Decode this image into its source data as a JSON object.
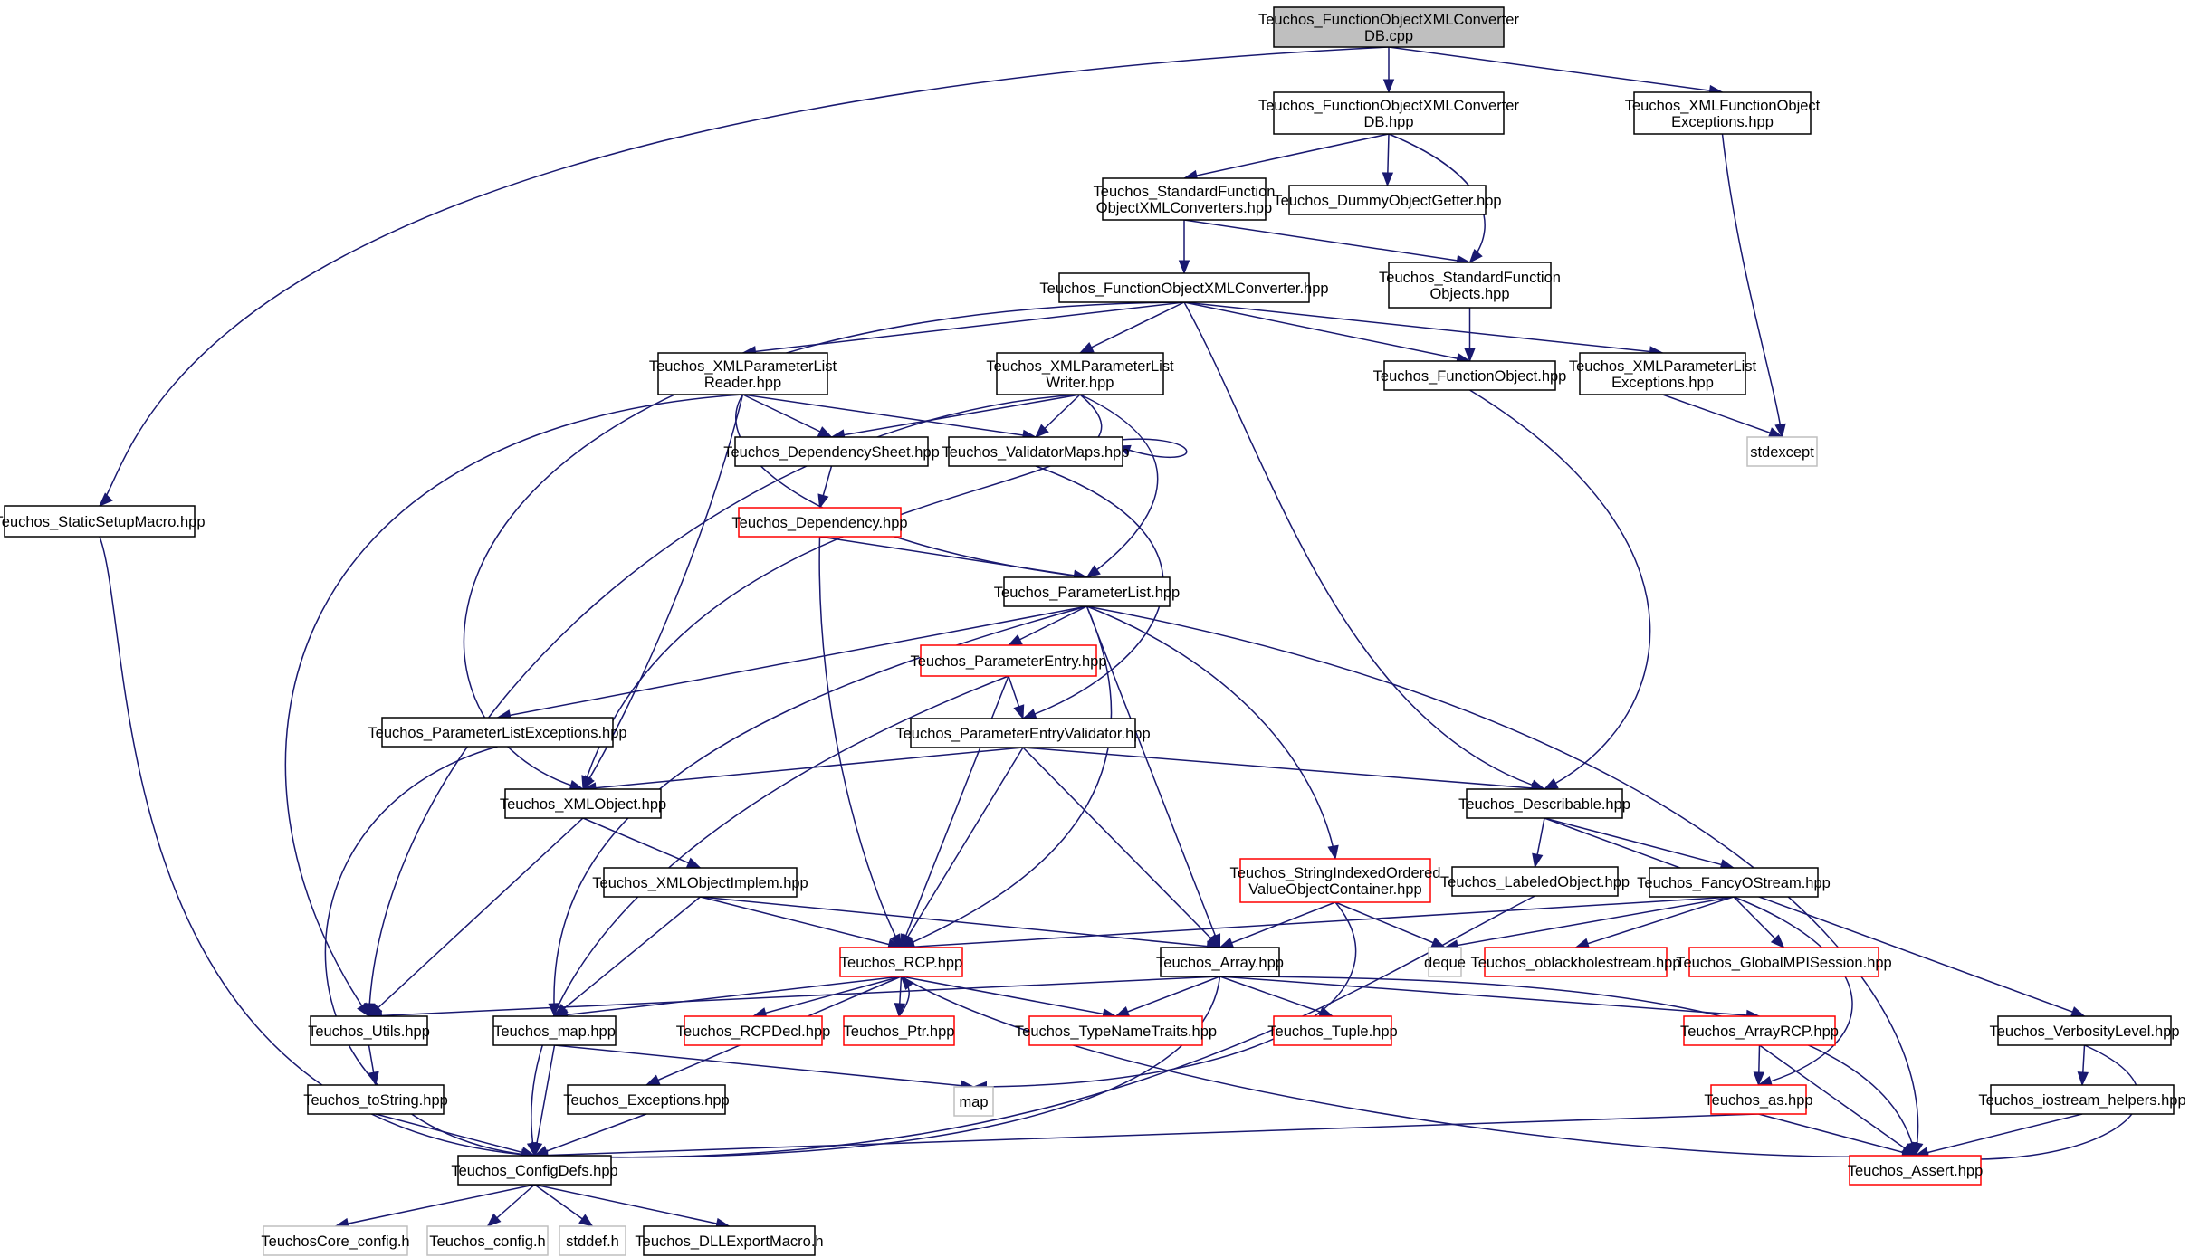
{
  "graph": {
    "colors": {
      "edge": "#191970",
      "node_border": "#000000",
      "node_border_missing": "#ff0000",
      "node_border_external": "#bfbfbf",
      "root_fill": "#bfbfbf",
      "background": "#ffffff"
    },
    "nodes": [
      {
        "id": "root",
        "lines": [
          "Teuchos_FunctionObjectXMLConverter",
          "DB.cpp"
        ],
        "style": "root"
      },
      {
        "id": "fdbh",
        "lines": [
          "Teuchos_FunctionObjectXMLConverter",
          "DB.hpp"
        ],
        "style": "normal"
      },
      {
        "id": "xfoe",
        "lines": [
          "Teuchos_XMLFunctionObject",
          "Exceptions.hpp"
        ],
        "style": "normal"
      },
      {
        "id": "ssm",
        "lines": [
          "Teuchos_StaticSetupMacro.hpp"
        ],
        "style": "normal"
      },
      {
        "id": "sfoc",
        "lines": [
          "Teuchos_StandardFunction",
          "ObjectXMLConverters.hpp"
        ],
        "style": "normal"
      },
      {
        "id": "dog",
        "lines": [
          "Teuchos_DummyObjectGetter.hpp"
        ],
        "style": "normal"
      },
      {
        "id": "foxc",
        "lines": [
          "Teuchos_FunctionObjectXMLConverter.hpp"
        ],
        "style": "normal"
      },
      {
        "id": "sfo",
        "lines": [
          "Teuchos_StandardFunction",
          "Objects.hpp"
        ],
        "style": "normal"
      },
      {
        "id": "xplr",
        "lines": [
          "Teuchos_XMLParameterList",
          "Reader.hpp"
        ],
        "style": "normal"
      },
      {
        "id": "xplw",
        "lines": [
          "Teuchos_XMLParameterList",
          "Writer.hpp"
        ],
        "style": "normal"
      },
      {
        "id": "fo",
        "lines": [
          "Teuchos_FunctionObject.hpp"
        ],
        "style": "normal"
      },
      {
        "id": "xple",
        "lines": [
          "Teuchos_XMLParameterList",
          "Exceptions.hpp"
        ],
        "style": "normal"
      },
      {
        "id": "stdexc",
        "lines": [
          "stdexcept"
        ],
        "style": "external"
      },
      {
        "id": "ds",
        "lines": [
          "Teuchos_DependencySheet.hpp"
        ],
        "style": "normal"
      },
      {
        "id": "vm",
        "lines": [
          "Teuchos_ValidatorMaps.hpp"
        ],
        "style": "normal"
      },
      {
        "id": "dep",
        "lines": [
          "Teuchos_Dependency.hpp"
        ],
        "style": "missing"
      },
      {
        "id": "pl",
        "lines": [
          "Teuchos_ParameterList.hpp"
        ],
        "style": "normal"
      },
      {
        "id": "pe",
        "lines": [
          "Teuchos_ParameterEntry.hpp"
        ],
        "style": "missing"
      },
      {
        "id": "ple",
        "lines": [
          "Teuchos_ParameterListExceptions.hpp"
        ],
        "style": "normal"
      },
      {
        "id": "pev",
        "lines": [
          "Teuchos_ParameterEntryValidator.hpp"
        ],
        "style": "normal"
      },
      {
        "id": "xo",
        "lines": [
          "Teuchos_XMLObject.hpp"
        ],
        "style": "normal"
      },
      {
        "id": "desc",
        "lines": [
          "Teuchos_Describable.hpp"
        ],
        "style": "normal"
      },
      {
        "id": "xoi",
        "lines": [
          "Teuchos_XMLObjectImplem.hpp"
        ],
        "style": "normal"
      },
      {
        "id": "sio",
        "lines": [
          "Teuchos_StringIndexedOrdered",
          "ValueObjectContainer.hpp"
        ],
        "style": "missing"
      },
      {
        "id": "lo",
        "lines": [
          "Teuchos_LabeledObject.hpp"
        ],
        "style": "normal"
      },
      {
        "id": "fos",
        "lines": [
          "Teuchos_FancyOStream.hpp"
        ],
        "style": "normal"
      },
      {
        "id": "rcp",
        "lines": [
          "Teuchos_RCP.hpp"
        ],
        "style": "missing"
      },
      {
        "id": "arr",
        "lines": [
          "Teuchos_Array.hpp"
        ],
        "style": "normal"
      },
      {
        "id": "deque",
        "lines": [
          "deque"
        ],
        "style": "external"
      },
      {
        "id": "obh",
        "lines": [
          "Teuchos_oblackholestream.hpp"
        ],
        "style": "missing"
      },
      {
        "id": "gmpi",
        "lines": [
          "Teuchos_GlobalMPISession.hpp"
        ],
        "style": "missing"
      },
      {
        "id": "utils",
        "lines": [
          "Teuchos_Utils.hpp"
        ],
        "style": "normal"
      },
      {
        "id": "map_h",
        "lines": [
          "Teuchos_map.hpp"
        ],
        "style": "normal"
      },
      {
        "id": "rcpd",
        "lines": [
          "Teuchos_RCPDecl.hpp"
        ],
        "style": "missing"
      },
      {
        "id": "ptr",
        "lines": [
          "Teuchos_Ptr.hpp"
        ],
        "style": "missing"
      },
      {
        "id": "tnt",
        "lines": [
          "Teuchos_TypeNameTraits.hpp"
        ],
        "style": "missing"
      },
      {
        "id": "tuple",
        "lines": [
          "Teuchos_Tuple.hpp"
        ],
        "style": "missing"
      },
      {
        "id": "arcp",
        "lines": [
          "Teuchos_ArrayRCP.hpp"
        ],
        "style": "missing"
      },
      {
        "id": "vl",
        "lines": [
          "Teuchos_VerbosityLevel.hpp"
        ],
        "style": "normal"
      },
      {
        "id": "tostr",
        "lines": [
          "Teuchos_toString.hpp"
        ],
        "style": "normal"
      },
      {
        "id": "exc",
        "lines": [
          "Teuchos_Exceptions.hpp"
        ],
        "style": "normal"
      },
      {
        "id": "map",
        "lines": [
          "map"
        ],
        "style": "external"
      },
      {
        "id": "as",
        "lines": [
          "Teuchos_as.hpp"
        ],
        "style": "missing"
      },
      {
        "id": "ioh",
        "lines": [
          "Teuchos_iostream_helpers.hpp"
        ],
        "style": "normal"
      },
      {
        "id": "cdefs",
        "lines": [
          "Teuchos_ConfigDefs.hpp"
        ],
        "style": "normal"
      },
      {
        "id": "assert",
        "lines": [
          "Teuchos_Assert.hpp"
        ],
        "style": "missing"
      },
      {
        "id": "tcc",
        "lines": [
          "TeuchosCore_config.h"
        ],
        "style": "external"
      },
      {
        "id": "tc",
        "lines": [
          "Teuchos_config.h"
        ],
        "style": "external"
      },
      {
        "id": "stddef",
        "lines": [
          "stddef.h"
        ],
        "style": "external"
      },
      {
        "id": "dll",
        "lines": [
          "Teuchos_DLLExportMacro.h"
        ],
        "style": "normal"
      }
    ],
    "edges": [
      [
        "root",
        "fdbh"
      ],
      [
        "root",
        "xfoe"
      ],
      [
        "root",
        "ssm"
      ],
      [
        "fdbh",
        "sfoc"
      ],
      [
        "fdbh",
        "dog"
      ],
      [
        "fdbh",
        "sfo"
      ],
      [
        "xfoe",
        "stdexc"
      ],
      [
        "ssm",
        "cdefs"
      ],
      [
        "sfoc",
        "foxc"
      ],
      [
        "sfoc",
        "sfo"
      ],
      [
        "foxc",
        "xplr"
      ],
      [
        "foxc",
        "xplw"
      ],
      [
        "foxc",
        "fo"
      ],
      [
        "foxc",
        "xple"
      ],
      [
        "foxc",
        "xo"
      ],
      [
        "foxc",
        "desc"
      ],
      [
        "sfo",
        "fo"
      ],
      [
        "xple",
        "stdexc"
      ],
      [
        "fo",
        "desc"
      ],
      [
        "xplr",
        "ds"
      ],
      [
        "xplr",
        "vm"
      ],
      [
        "xplr",
        "pl"
      ],
      [
        "xplr",
        "xo"
      ],
      [
        "xplr",
        "utils"
      ],
      [
        "xplw",
        "ds"
      ],
      [
        "xplw",
        "vm"
      ],
      [
        "xplw",
        "pl"
      ],
      [
        "xplw",
        "xo"
      ],
      [
        "xplw",
        "utils"
      ],
      [
        "vm",
        "vm"
      ],
      [
        "vm",
        "pev"
      ],
      [
        "ds",
        "dep"
      ],
      [
        "dep",
        "pl"
      ],
      [
        "dep",
        "rcp"
      ],
      [
        "pl",
        "pe"
      ],
      [
        "pl",
        "ple"
      ],
      [
        "pl",
        "map_h"
      ],
      [
        "pl",
        "rcp"
      ],
      [
        "pl",
        "arr"
      ],
      [
        "pl",
        "sio"
      ],
      [
        "pl",
        "assert"
      ],
      [
        "pe",
        "pev"
      ],
      [
        "pe",
        "rcp"
      ],
      [
        "pe",
        "cdefs"
      ],
      [
        "ple",
        "cdefs"
      ],
      [
        "pev",
        "xo"
      ],
      [
        "pev",
        "desc"
      ],
      [
        "pev",
        "rcp"
      ],
      [
        "pev",
        "arr"
      ],
      [
        "xo",
        "xoi"
      ],
      [
        "xo",
        "utils"
      ],
      [
        "xoi",
        "rcp"
      ],
      [
        "xoi",
        "arr"
      ],
      [
        "xoi",
        "map_h"
      ],
      [
        "desc",
        "lo"
      ],
      [
        "desc",
        "fos"
      ],
      [
        "desc",
        "vl"
      ],
      [
        "lo",
        "cdefs"
      ],
      [
        "fos",
        "rcp"
      ],
      [
        "fos",
        "deque"
      ],
      [
        "fos",
        "obh"
      ],
      [
        "fos",
        "gmpi"
      ],
      [
        "fos",
        "as"
      ],
      [
        "sio",
        "arr"
      ],
      [
        "sio",
        "deque"
      ],
      [
        "sio",
        "map"
      ],
      [
        "rcp",
        "rcpd"
      ],
      [
        "rcp",
        "ptr"
      ],
      [
        "rcp",
        "tnt"
      ],
      [
        "rcp",
        "exc"
      ],
      [
        "rcp",
        "map_h"
      ],
      [
        "rcp",
        "assert"
      ],
      [
        "ptr",
        "rcp"
      ],
      [
        "arr",
        "utils"
      ],
      [
        "arr",
        "tnt"
      ],
      [
        "arr",
        "tuple"
      ],
      [
        "arr",
        "arcp"
      ],
      [
        "arr",
        "assert"
      ],
      [
        "arr",
        "cdefs"
      ],
      [
        "utils",
        "tostr"
      ],
      [
        "map_h",
        "map"
      ],
      [
        "map_h",
        "cdefs"
      ],
      [
        "tostr",
        "cdefs"
      ],
      [
        "exc",
        "cdefs"
      ],
      [
        "arcp",
        "as"
      ],
      [
        "arcp",
        "assert"
      ],
      [
        "as",
        "assert"
      ],
      [
        "as",
        "cdefs"
      ],
      [
        "vl",
        "ioh"
      ],
      [
        "vl",
        "assert"
      ],
      [
        "ioh",
        "assert"
      ],
      [
        "cdefs",
        "tcc"
      ],
      [
        "cdefs",
        "tc"
      ],
      [
        "cdefs",
        "stddef"
      ],
      [
        "cdefs",
        "dll"
      ]
    ]
  }
}
